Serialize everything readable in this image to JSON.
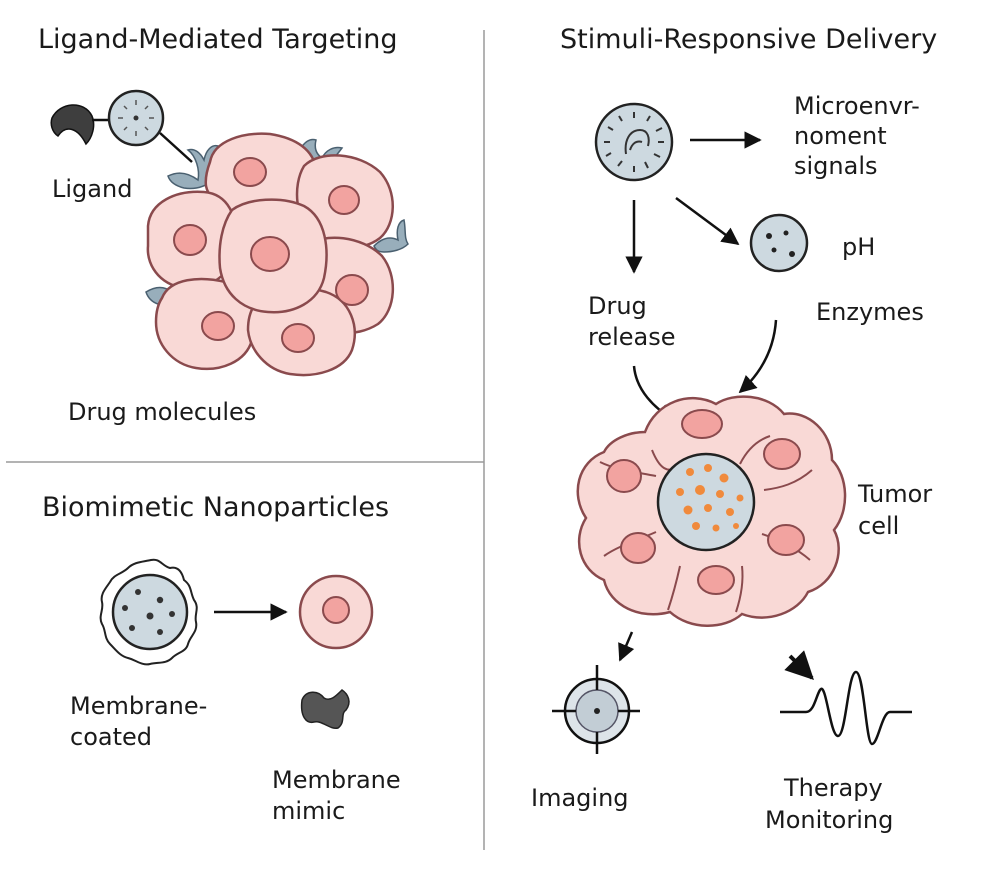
{
  "panels": {
    "ligand": {
      "title": "Ligand-Mediated Targeting",
      "ligand_label": "Ligand",
      "drug_label": "Drug molecules"
    },
    "biomimetic": {
      "title": "Biomimetic Nanoparticles",
      "coated_label": [
        "Membrane-",
        "coated"
      ],
      "mimic_label": [
        "Membrane",
        "mimic"
      ]
    },
    "stimuli": {
      "title": "Stimuli-Responsive Delivery",
      "micro_label": [
        "Microenvr-",
        "noment",
        "signals"
      ],
      "ph_label": "pH",
      "release_label": [
        "Drug",
        "release"
      ],
      "enzymes_label": "Enzymes",
      "tumor_label": [
        "Tumor",
        "cell"
      ],
      "imaging_label": "Imaging",
      "therapy_label": [
        "Therapy",
        "Monitoring"
      ]
    }
  },
  "colors": {
    "cell_fill": "#f9d9d6",
    "nucleus_fill": "#f2a3a0",
    "nanoparticle_fill": "#cdd9e0",
    "drug_dot": "#f08a3c",
    "receptor": "#98aebb"
  }
}
